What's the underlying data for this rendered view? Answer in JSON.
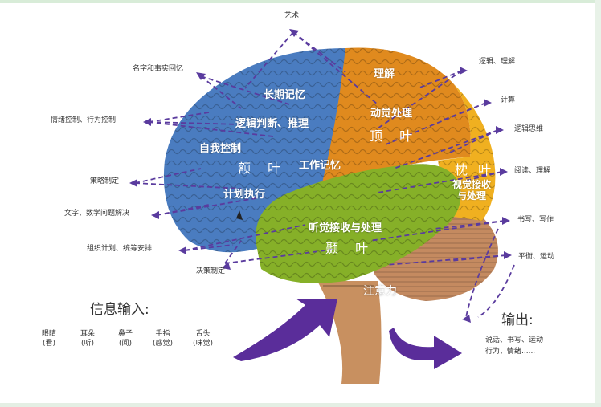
{
  "left_labels": {
    "art": "艺术",
    "names_facts": "名字和事实回忆",
    "emotion_behavior": "情绪控制、行为控制",
    "strategy": "策略制定",
    "text_math": "文字、数学问题解决",
    "org_plan": "组织计划、统筹安排",
    "decision": "决策制定"
  },
  "right_labels": {
    "logic_understand": "逻辑、理解",
    "calculation": "计算",
    "logic_thinking": "逻辑思维",
    "read_understand": "阅读、理解",
    "write": "书写、写作",
    "balance_motion": "平衡、运动"
  },
  "brain": {
    "frontal": {
      "long_term": "长期记忆",
      "logic": "逻辑判断、推理",
      "self_control": "自我控制",
      "name": "额 叶",
      "plan_exec": "计划执行",
      "working": "工作记忆"
    },
    "parietal": {
      "understand": "理解",
      "motion": "动觉处理",
      "name": "顶 叶"
    },
    "occipital": {
      "name": "枕 叶",
      "vision": "视觉接收\n与处理"
    },
    "temporal": {
      "hearing": "听觉接收与处理",
      "name": "颞 叶"
    },
    "attention": "注意力"
  },
  "input": {
    "title": "信息输入:",
    "senses": [
      {
        "organ": "眼睛",
        "sense": "(看)"
      },
      {
        "organ": "耳朵",
        "sense": "(听)"
      },
      {
        "organ": "鼻子",
        "sense": "(闻)"
      },
      {
        "organ": "手指",
        "sense": "(感觉)"
      },
      {
        "organ": "舌头",
        "sense": "(味觉)"
      }
    ]
  },
  "output": {
    "title": "输出:",
    "items_line1": "说话、书写、运动",
    "items_line2": "行为、情绪......"
  },
  "colors": {
    "frontal": "#4a7cc0",
    "parietal": "#e08a1e",
    "occipital": "#f0b020",
    "temporal": "#86b028",
    "cerebellum": "#c48a60",
    "stem": "#c89060",
    "arrow": "#5a2d9a",
    "dash": "#5a3b9e"
  }
}
